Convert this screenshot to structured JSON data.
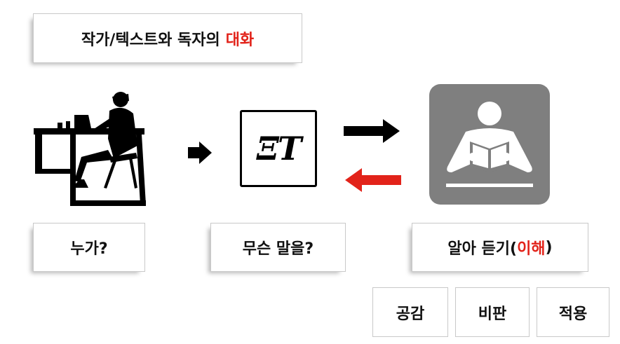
{
  "title": {
    "main": "작가/텍스트와 독자의",
    "accent": "대화"
  },
  "questions": {
    "who": "누가?",
    "what": "무슨 말을?",
    "listen_prefix": "알아 듣기(",
    "listen_accent": "이해",
    "listen_suffix": ")"
  },
  "responses": [
    "공감",
    "비판",
    "적용"
  ],
  "text_logo": "ΞT",
  "colors": {
    "accent": "#e2231a",
    "reader_tile": "#7f7f7f",
    "ink": "#000000"
  },
  "icons": [
    "writer-silhouette-icon",
    "text-logo-icon",
    "reader-icon",
    "arrow-right-icon",
    "arrow-left-icon"
  ]
}
